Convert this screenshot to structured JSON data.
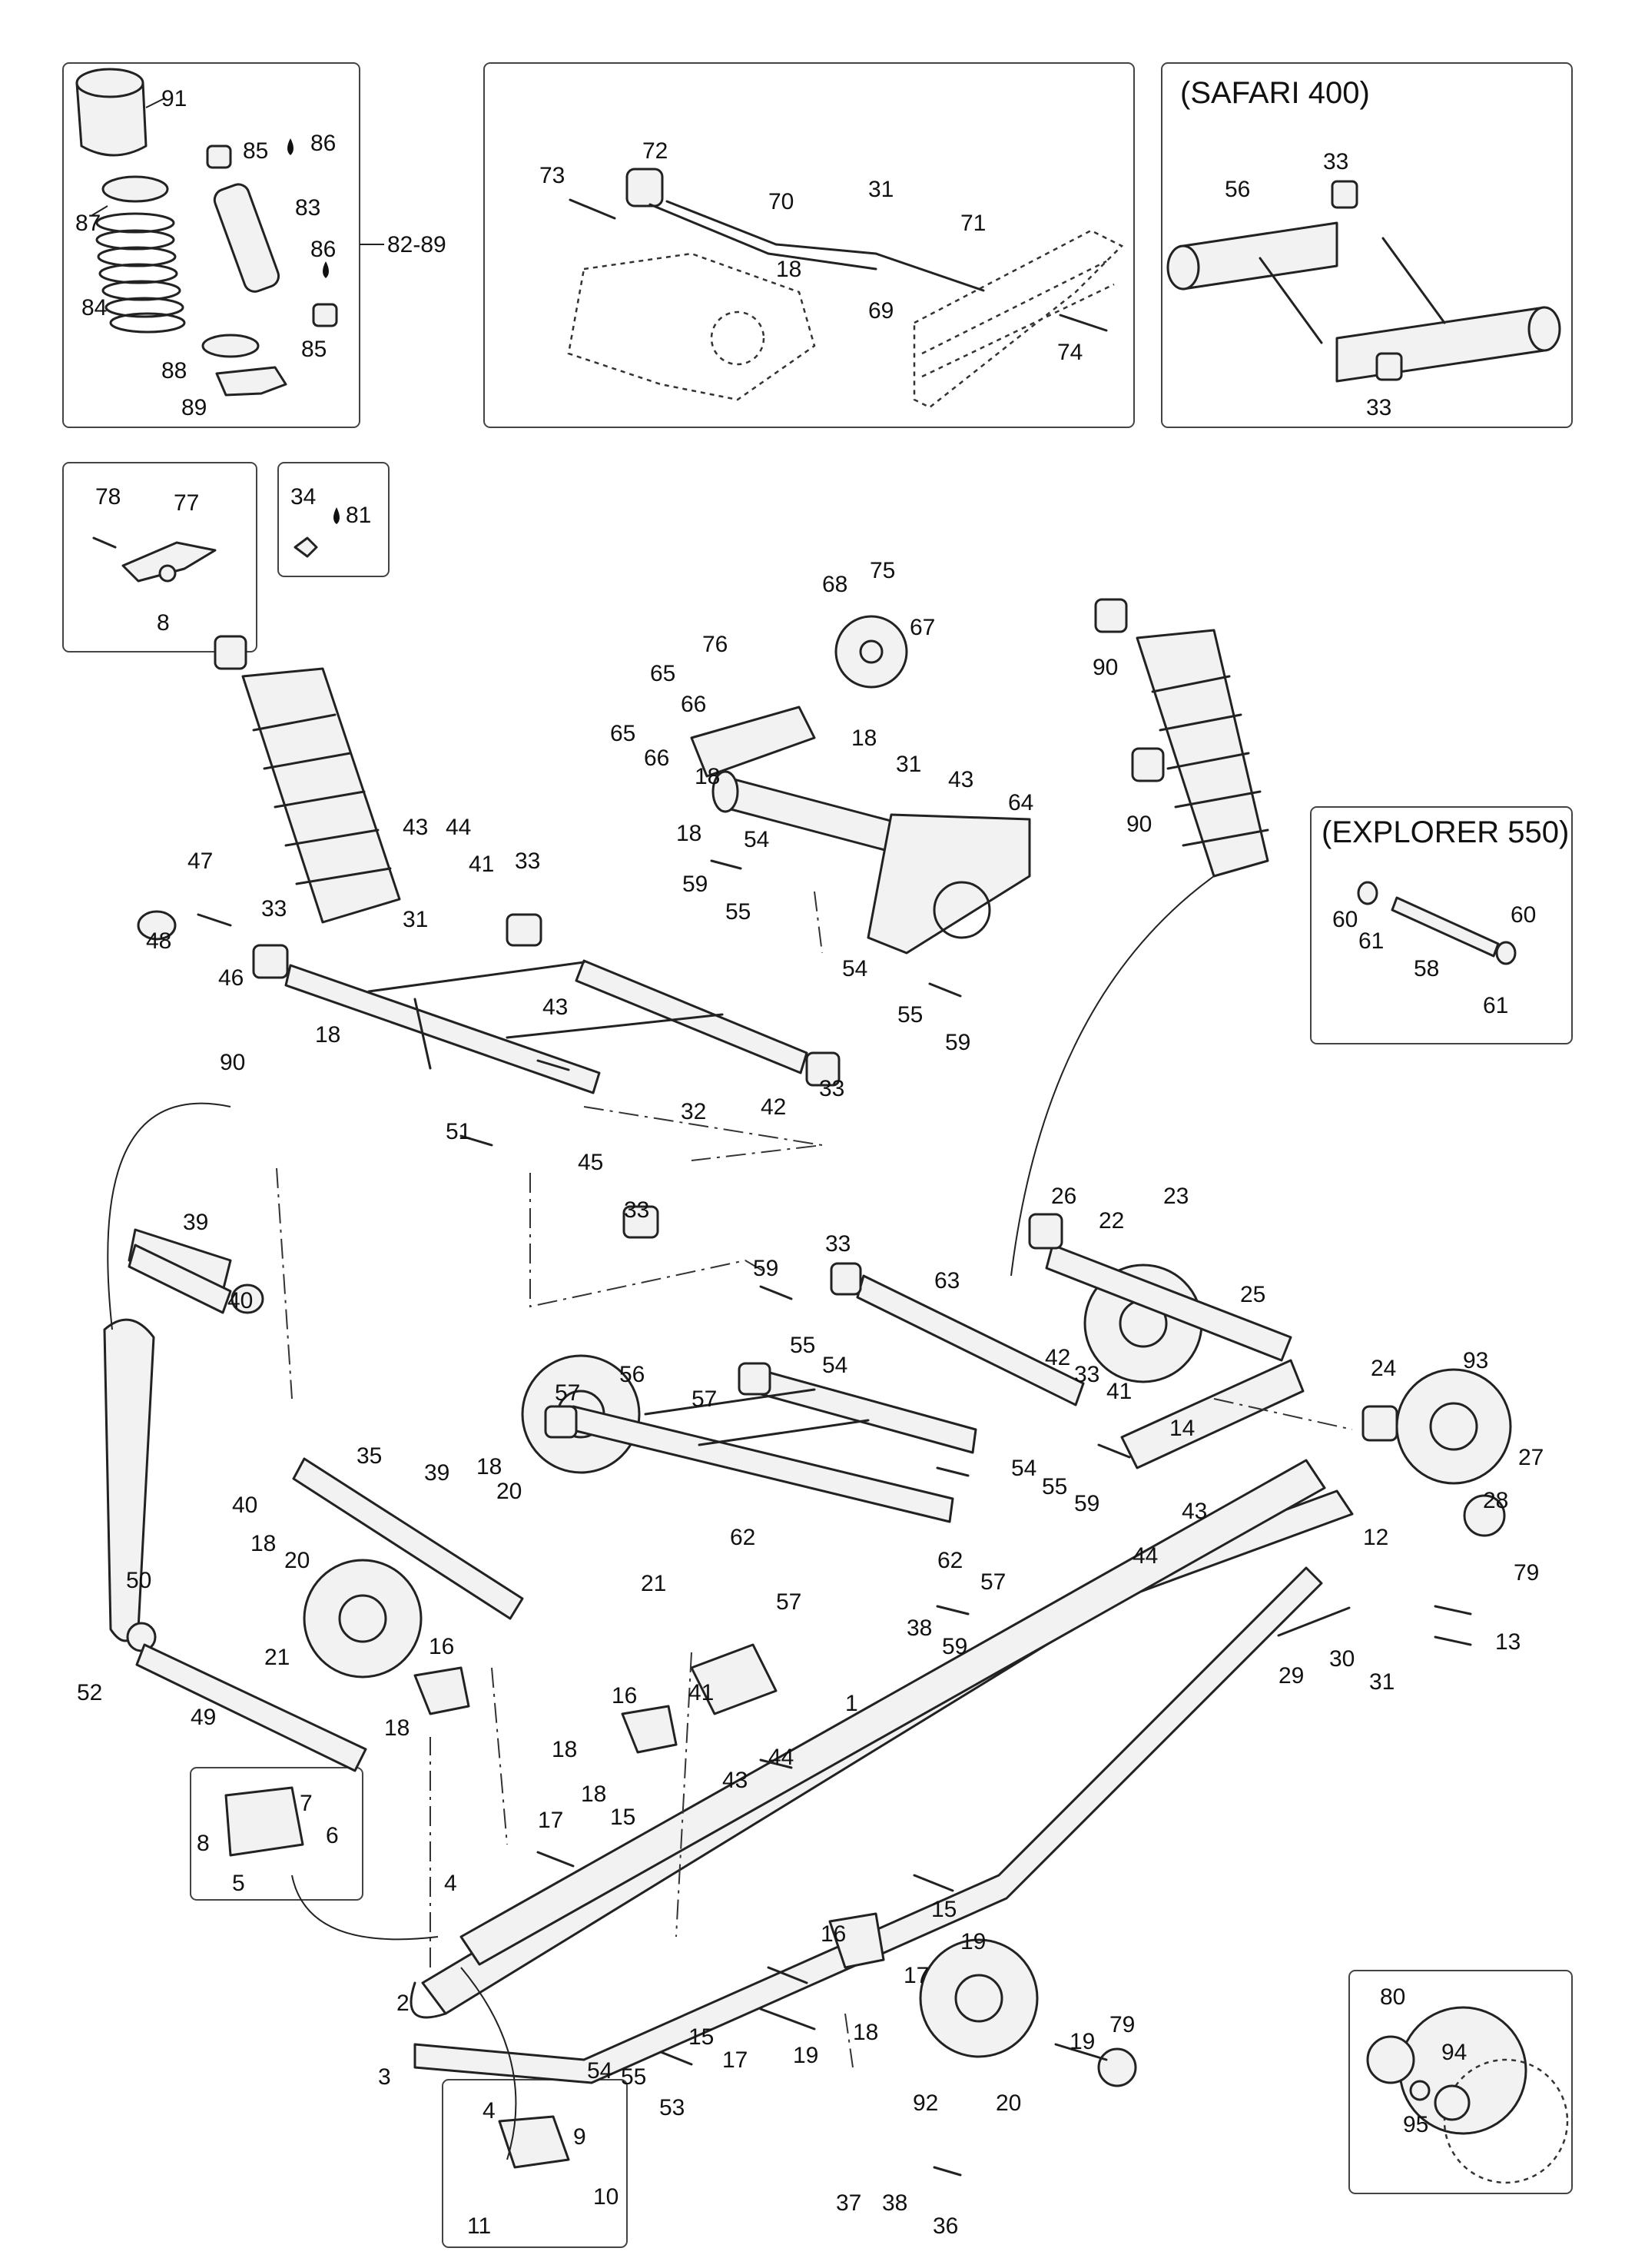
{
  "panels": {
    "shock_kit": {
      "range_label": "82-89"
    },
    "linkage": {},
    "safari": {
      "title": "(SAFARI 400)"
    },
    "bracket": {},
    "fitting": {},
    "explorer": {
      "title": "(EXPLORER 550)"
    },
    "block": {},
    "slider": {},
    "bearing": {}
  },
  "callouts": {
    "p1": "1",
    "p2": "2",
    "p3": "3",
    "p4": "4",
    "p4b": "4",
    "p5": "5",
    "p6": "6",
    "p7": "7",
    "p8": "8",
    "p8b": "8",
    "p9": "9",
    "p10": "10",
    "p11": "11",
    "p12": "12",
    "p13": "13",
    "p14": "14",
    "p15": "15",
    "p15b": "15",
    "p15c": "15",
    "p16": "16",
    "p16b": "16",
    "p16c": "16",
    "p17": "17",
    "p17b": "17",
    "p17c": "17",
    "p18": "18",
    "p18b": "18",
    "p18c": "18",
    "p18d": "18",
    "p18e": "18",
    "p18f": "18",
    "p18g": "18",
    "p18h": "18",
    "p18i": "18",
    "p18j": "18",
    "p18k": "18",
    "p19": "19",
    "p19b": "19",
    "p19c": "19",
    "p20": "20",
    "p20b": "20",
    "p20c": "20",
    "p21": "21",
    "p21b": "21",
    "p22": "22",
    "p23": "23",
    "p24": "24",
    "p25": "25",
    "p26": "26",
    "p27": "27",
    "p28": "28",
    "p29": "29",
    "p30": "30",
    "p31": "31",
    "p31b": "31",
    "p31c": "31",
    "p31d": "31",
    "p32": "32",
    "p33a": "33",
    "p33b": "33",
    "p33c": "33",
    "p33d": "33",
    "p33e": "33",
    "p33f": "33",
    "p33g": "33",
    "p34": "34",
    "p35": "35",
    "p36": "36",
    "p37": "37",
    "p38": "38",
    "p38b": "38",
    "p39": "39",
    "p39b": "39",
    "p40": "40",
    "p40b": "40",
    "p41": "41",
    "p41b": "41",
    "p41c": "41",
    "p42": "42",
    "p42b": "42",
    "p43": "43",
    "p43b": "43",
    "p43c": "43",
    "p43d": "43",
    "p43e": "43",
    "p44": "44",
    "p44b": "44",
    "p44c": "44",
    "p45": "45",
    "p46": "46",
    "p47": "47",
    "p48": "48",
    "p49": "49",
    "p50": "50",
    "p51": "51",
    "p52": "52",
    "p53": "53",
    "p54": "54",
    "p54b": "54",
    "p54c": "54",
    "p54d": "54",
    "p54e": "54",
    "p55": "55",
    "p55b": "55",
    "p55c": "55",
    "p55d": "55",
    "p55e": "55",
    "p56": "56",
    "p56b": "56",
    "p57": "57",
    "p57b": "57",
    "p57c": "57",
    "p57d": "57",
    "p58": "58",
    "p59": "59",
    "p59b": "59",
    "p59c": "59",
    "p59d": "59",
    "p59e": "59",
    "p60": "60",
    "p60b": "60",
    "p61": "61",
    "p61b": "61",
    "p62": "62",
    "p62b": "62",
    "p63": "63",
    "p64": "64",
    "p65": "65",
    "p65b": "65",
    "p66": "66",
    "p66b": "66",
    "p67": "67",
    "p68": "68",
    "p69": "69",
    "p70": "70",
    "p71": "71",
    "p72": "72",
    "p73": "73",
    "p74": "74",
    "p75": "75",
    "p76": "76",
    "p77": "77",
    "p78": "78",
    "p79": "79",
    "p79b": "79",
    "p80": "80",
    "p81": "81",
    "p83": "83",
    "p84": "84",
    "p85": "85",
    "p85b": "85",
    "p86": "86",
    "p86b": "86",
    "p87": "87",
    "p88": "88",
    "p89": "89",
    "p90": "90",
    "p90b": "90",
    "p90c": "90",
    "p91": "91",
    "p92": "92",
    "p93": "93",
    "p94": "94",
    "p95": "95"
  }
}
